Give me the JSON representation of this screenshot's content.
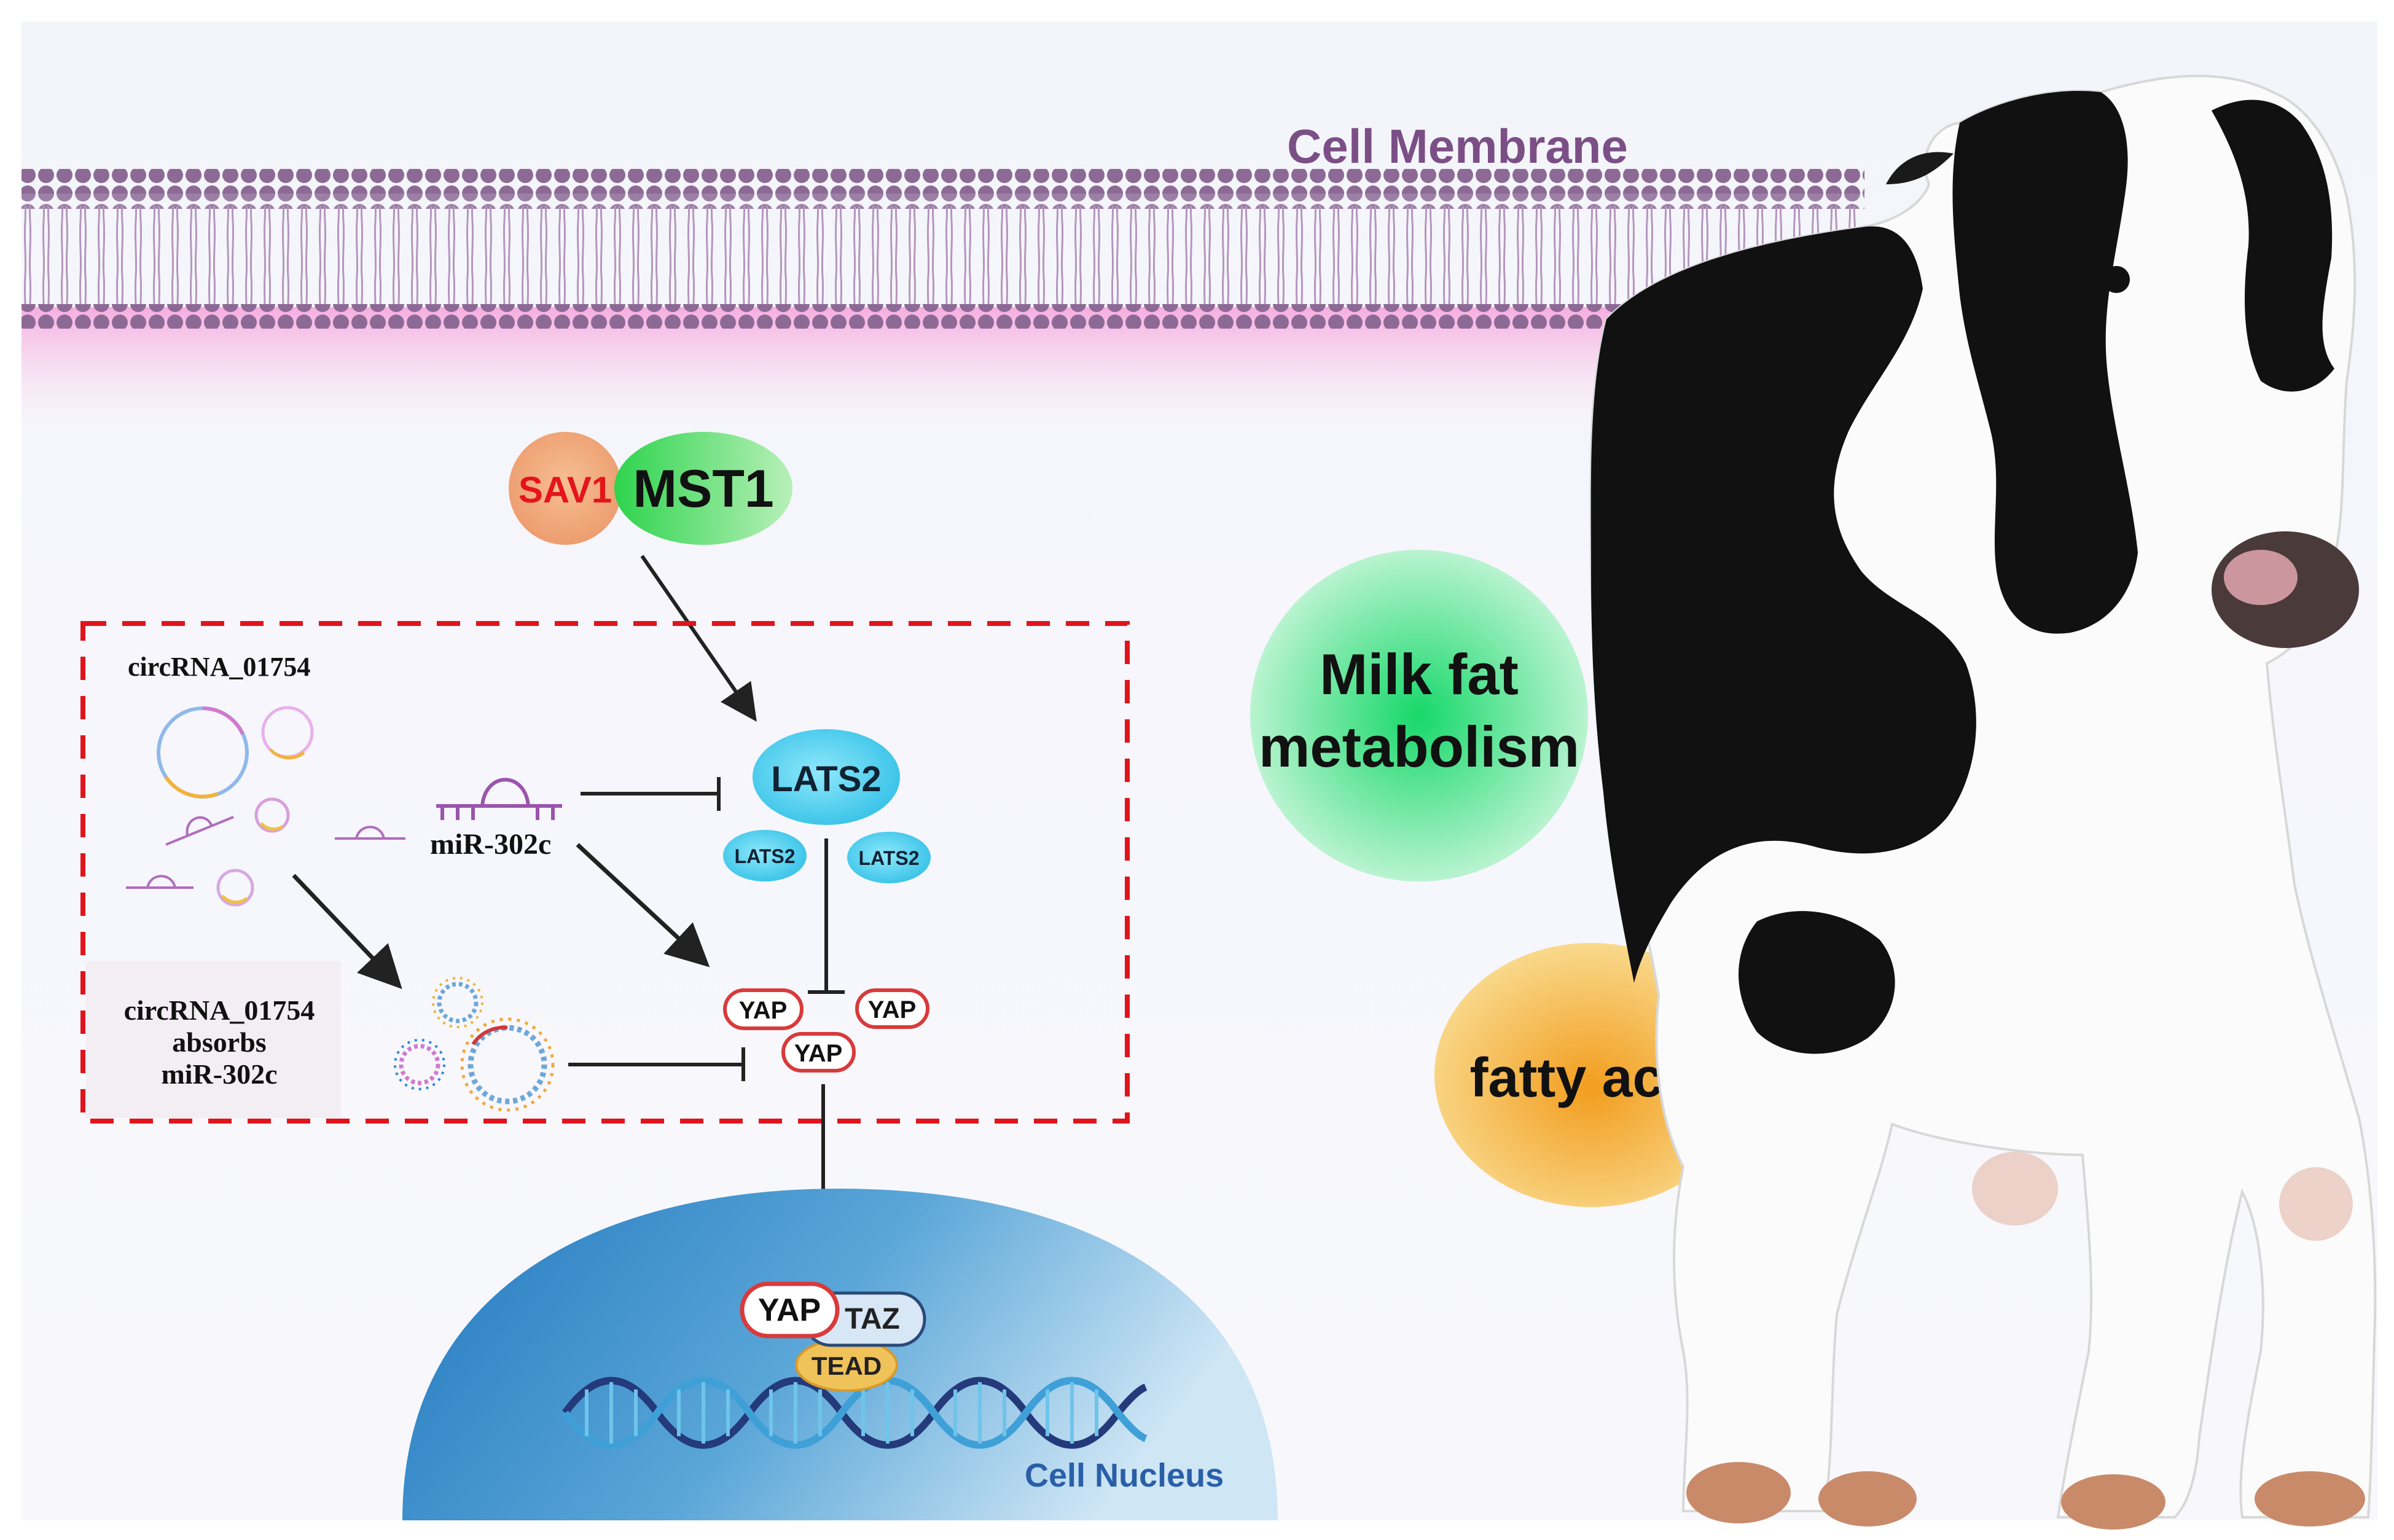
{
  "membrane": {
    "label": "Cell Membrane"
  },
  "complex": {
    "sav1": "SAV1",
    "mst1": "MST1"
  },
  "lats2": {
    "main": "LATS2",
    "small_left": "LATS2",
    "small_right": "LATS2"
  },
  "yap": {
    "a": "YAP",
    "b": "YAP",
    "c": "YAP"
  },
  "mirna": {
    "label": "miR-302c"
  },
  "circrna": {
    "label": "circRNA_01754",
    "box_line1": "circRNA_01754",
    "box_line2": "absorbs",
    "box_line3": "miR-302c"
  },
  "nucleus": {
    "label": "Cell Nucleus",
    "yap": "YAP",
    "taz": "TAZ",
    "tead": "TEAD"
  },
  "outcomes": {
    "milk_line1": "Milk fat",
    "milk_line2": "metabolism",
    "fatty": "fatty acid"
  },
  "colors": {
    "membrane": "#8f6a98",
    "membrane_glow": "#f3a6dc",
    "sav1": "#f0a77a",
    "sav1_text": "#e5141b",
    "mst1": "#3fd65a",
    "lats2": "#4fd0ec",
    "yap_border": "#d93a3a",
    "dashed_box": "#e0141c",
    "nucleus": "#2f8ac8",
    "milk": "#2fe07a",
    "fatty": "#eaa634",
    "nucleus_label": "#2a5fa8"
  }
}
